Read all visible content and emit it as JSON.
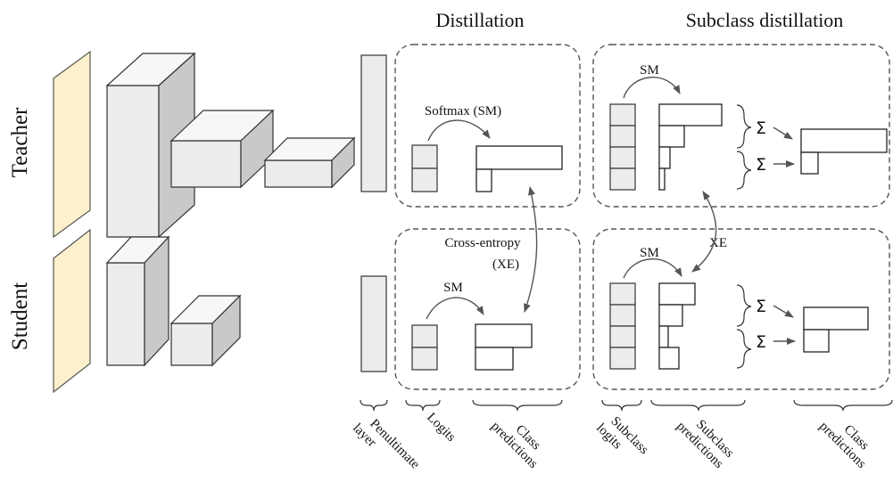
{
  "headers": {
    "distillation": "Distillation",
    "subclass_distillation": "Subclass distillation"
  },
  "rows": {
    "teacher": "Teacher",
    "student": "Student"
  },
  "annotations": {
    "softmax": "Softmax (SM)",
    "sm": "SM",
    "cross_entropy": "Cross-entropy",
    "xe_paren": "(XE)",
    "xe": "XE",
    "sigma": "Σ"
  },
  "axis_labels": {
    "penultimate_1": "Penultimate",
    "penultimate_2": "layer",
    "logits": "Logits",
    "class_pred_1": "Class",
    "class_pred_2": "predictions",
    "subclass_logits_1": "Subclass",
    "subclass_logits_2": "logits",
    "subclass_pred_1": "Subclass",
    "subclass_pred_2": "predictions",
    "class_pred2_1": "Class",
    "class_pred2_2": "predictions"
  },
  "colors": {
    "input_plane": "#fdf0cd",
    "block_front": "#ececec",
    "block_top": "#f7f7f7",
    "block_side": "#c9c9c9"
  }
}
